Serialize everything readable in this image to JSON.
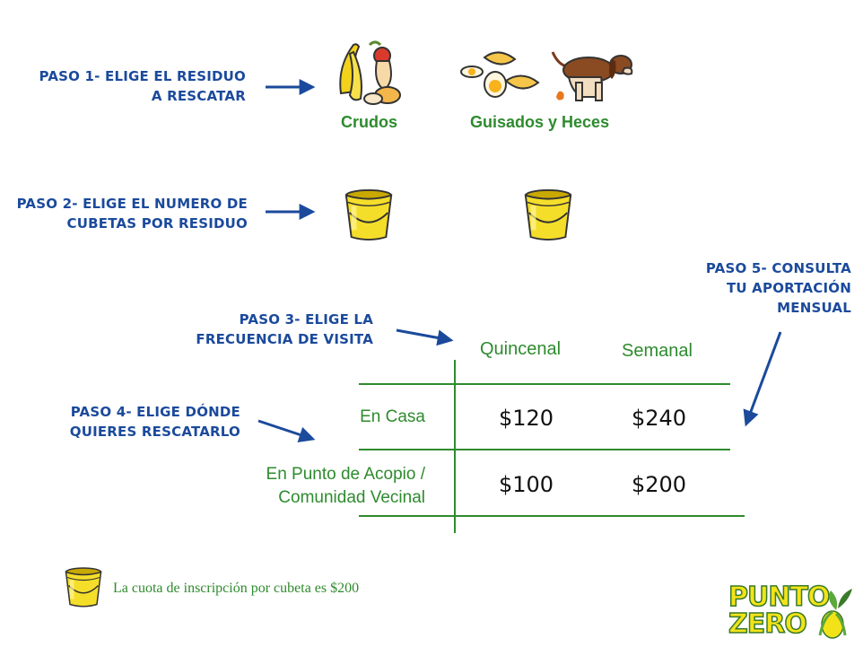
{
  "steps": {
    "step1": [
      "PASO 1- ELIGE EL RESIDUO",
      "A RESCATAR"
    ],
    "step2": [
      "PASO 2- ELIGE EL NUMERO DE",
      "CUBETAS POR RESIDUO"
    ],
    "step3": [
      "PASO 3- ELIGE LA",
      "FRECUENCIA DE VISITA"
    ],
    "step4": [
      "PASO 4- ELIGE DÓNDE",
      "QUIERES RESCATARLO"
    ],
    "step5": [
      "PASO 5- CONSULTA",
      "TU APORTACIÓN",
      "MENSUAL"
    ]
  },
  "waste_types": [
    "Crudos",
    "Guisados y Heces"
  ],
  "table": {
    "columns": [
      "Quincenal",
      "Semanal"
    ],
    "rows": [
      {
        "label": [
          "En Casa"
        ],
        "values": [
          "$120",
          "$240"
        ]
      },
      {
        "label": [
          "En Punto de Acopio /",
          "Comunidad Vecinal"
        ],
        "values": [
          "$100",
          "$200"
        ]
      }
    ]
  },
  "footnote": "La cuota de inscripción por cubeta es $200",
  "logo": [
    "PUNTO",
    "ZERO"
  ],
  "icons": [
    "raw-food-scraps-icon",
    "cooked-food-icon",
    "dog-icon",
    "bucket-icon"
  ],
  "colors": {
    "step_blue": "#1b4a9c",
    "green": "#2e8b2e",
    "bucket_yellow": "#f5de2a",
    "logo_yellow": "#f2e318"
  }
}
